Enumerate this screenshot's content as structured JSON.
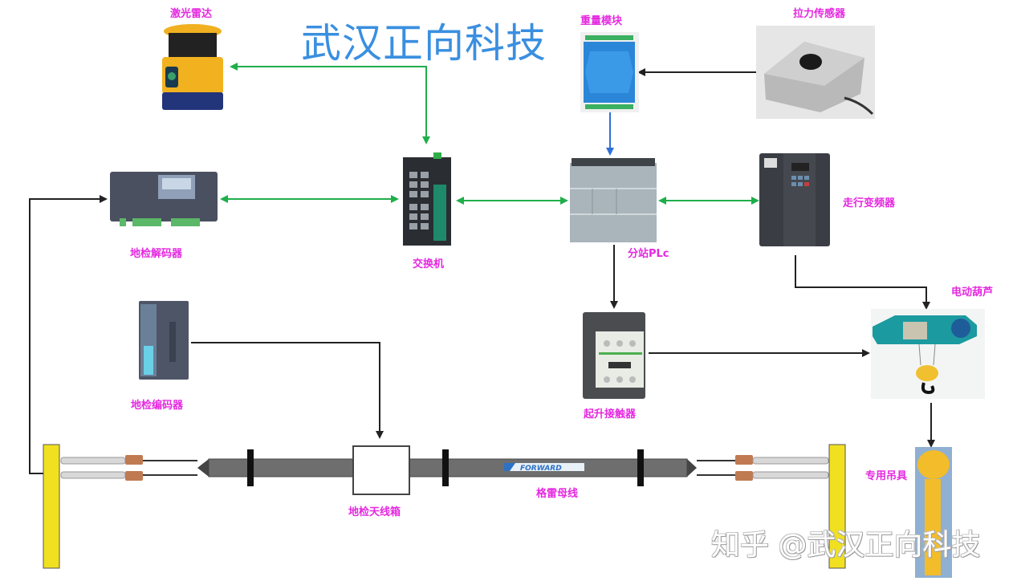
{
  "title": "武汉正向科技",
  "watermark": "知乎 @武汉正向科技",
  "colors": {
    "label": "#e528e0",
    "title": "#3a8fe0",
    "ethernet_link": "#1fae4b",
    "signal_link": "#2f6fd8",
    "wire": "#222222",
    "busbar": "#6e6e6e",
    "pole": "#f0e020"
  },
  "devices": {
    "lidar": {
      "label": "激光雷达"
    },
    "weight_module": {
      "label": "重量模块"
    },
    "tension_sensor": {
      "label": "拉力传感器"
    },
    "ground_decoder": {
      "label": "地检解码器"
    },
    "switch": {
      "label": "交换机"
    },
    "substation_plc": {
      "label": "分站PLc"
    },
    "travel_inverter": {
      "label": "走行变频器"
    },
    "electric_hoist": {
      "label": "电动葫芦"
    },
    "ground_encoder": {
      "label": "地检编码器"
    },
    "hoist_contactor": {
      "label": "起升接触器"
    },
    "special_spreader": {
      "label": "专用吊具"
    },
    "antenna_box": {
      "label": "地检天线箱"
    },
    "busbar": {
      "label": "格雷母线",
      "brand": "FORWARD"
    }
  },
  "connections": [
    {
      "from": "switch",
      "to": "lidar",
      "type": "ethernet"
    },
    {
      "from": "switch",
      "to": "ground_decoder",
      "type": "ethernet-bidirectional"
    },
    {
      "from": "switch",
      "to": "substation_plc",
      "type": "ethernet-bidirectional"
    },
    {
      "from": "substation_plc",
      "to": "travel_inverter",
      "type": "ethernet-bidirectional"
    },
    {
      "from": "tension_sensor",
      "to": "weight_module",
      "type": "signal"
    },
    {
      "from": "weight_module",
      "to": "substation_plc",
      "type": "signal"
    },
    {
      "from": "substation_plc",
      "to": "hoist_contactor",
      "type": "control"
    },
    {
      "from": "hoist_contactor",
      "to": "electric_hoist",
      "type": "control"
    },
    {
      "from": "travel_inverter",
      "to": "electric_hoist",
      "type": "control"
    },
    {
      "from": "electric_hoist",
      "to": "special_spreader",
      "type": "mechanical"
    },
    {
      "from": "ground_encoder",
      "to": "antenna_box",
      "type": "signal"
    },
    {
      "from": "busbar",
      "to": "ground_decoder",
      "type": "signal"
    }
  ]
}
